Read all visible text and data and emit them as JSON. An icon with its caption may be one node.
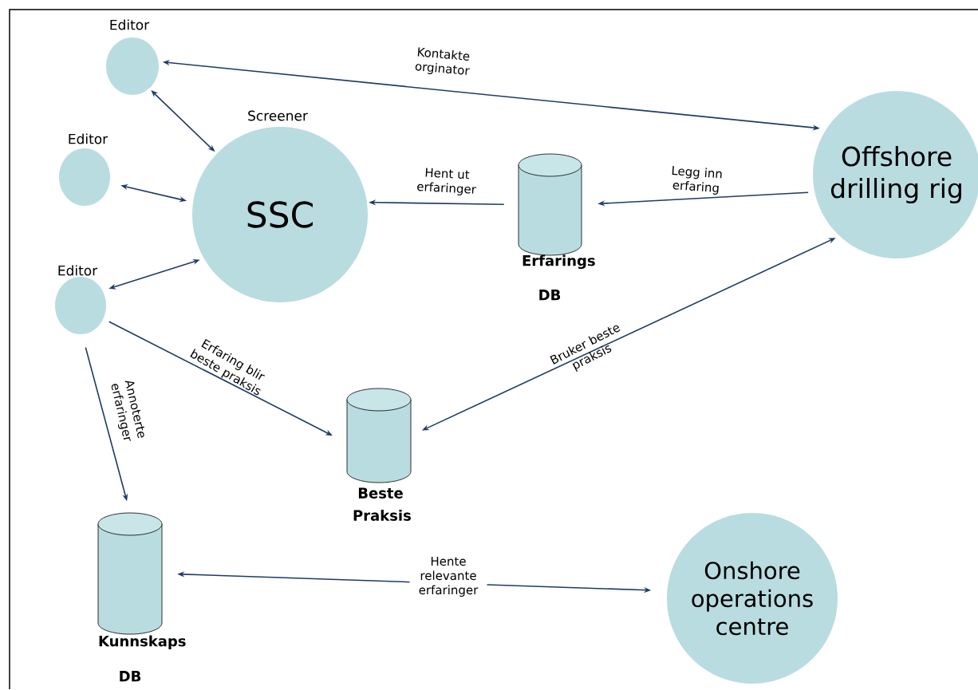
{
  "diagram": {
    "nodes": [
      {
        "text": [
          "Editor"
        ]
      },
      {
        "text": [
          "Editor"
        ]
      },
      {
        "text": [
          "Screener",
          "SSC"
        ]
      },
      {
        "text": [
          "Offshore drilling rig"
        ]
      },
      {
        "text": [
          "Erfarings DB"
        ]
      },
      {
        "text": [
          "Editor"
        ]
      },
      {
        "text": [
          "Beste Praksis"
        ]
      },
      {
        "text": [
          "Kunnskaps DB"
        ]
      },
      {
        "text": [
          "Onshore operations centre"
        ]
      }
    ],
    "edges": [
      {
        "from": 0,
        "to": 3,
        "arrow": "both",
        "label": "Kontakte orginator"
      },
      {
        "from": 0,
        "to": 2,
        "arrow": "both"
      },
      {
        "from": 1,
        "to": 2,
        "arrow": "both"
      },
      {
        "from": 5,
        "to": 2,
        "arrow": "both"
      },
      {
        "from": 3,
        "to": 4,
        "arrow": "to",
        "label": "Legg inn erfaring"
      },
      {
        "from": 4,
        "to": 2,
        "arrow": "to",
        "label": "Hent ut erfaringer"
      },
      {
        "from": 5,
        "to": 6,
        "arrow": "to",
        "label": "Erfaring blir beste praksis"
      },
      {
        "from": 5,
        "to": 7,
        "arrow": "to",
        "label": "Annoterte erfaringer"
      },
      {
        "from": 3,
        "to": 6,
        "arrow": "both",
        "label": "Bruker beste praksis"
      },
      {
        "from": 7,
        "to": 8,
        "arrow": "both",
        "label": "Hente relevante erfaringer"
      }
    ]
  }
}
